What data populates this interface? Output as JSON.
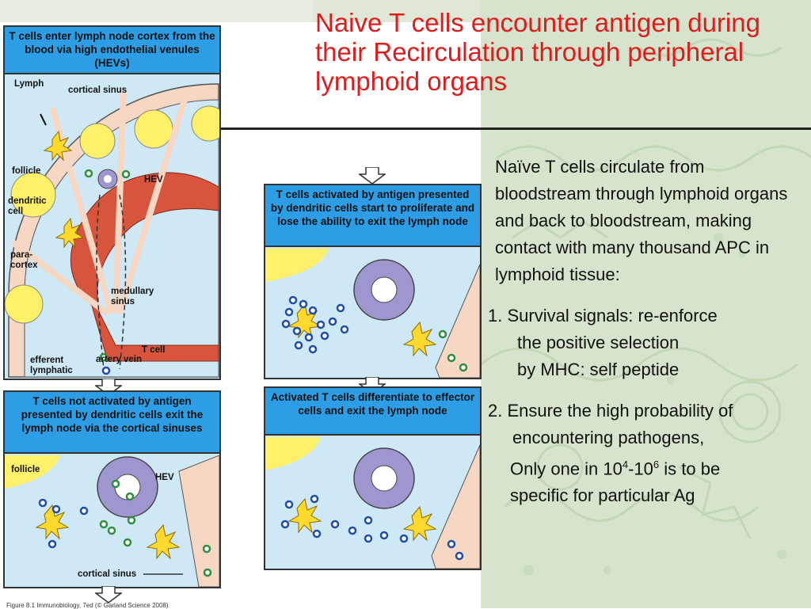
{
  "title": "Naive T cells encounter antigen during their Recirculation through peripheral lymphoid organs",
  "body": {
    "intro": "Naïve T cells circulate from bloodstream through lymphoid organs and back to bloodstream, making contact with many thousand APC in lymphoid tissue:",
    "item1_a": "1.  Survival signals: re-enforce",
    "item1_b": "the positive selection",
    "item1_c": "by  MHC: self peptide",
    "item2_a": "2. Ensure the high probability of",
    "item2_b": "encountering pathogens,",
    "item2_c_pre": "Only one in 10",
    "item2_c_sup1": "4",
    "item2_c_mid": "-10",
    "item2_c_sup2": "6",
    "item2_c_post": " is to be",
    "item2_d": "specific for particular Ag"
  },
  "panels": {
    "p1": {
      "header": "T cells enter lymph node cortex from the blood via high endothelial venules (HEVs)",
      "labels": {
        "lymph": "Lymph",
        "cortical_sinus": "cortical sinus",
        "follicle": "follicle",
        "hev": "HEV",
        "dendritic_cell": "dendritic cell",
        "paracortex": "para-cortex",
        "medullary_sinus": "medullary sinus",
        "t_cell": "T cell",
        "efferent_lymphatic": "efferent lymphatic",
        "artery": "artery",
        "vein": "vein"
      }
    },
    "p2": {
      "header": "T cells activated by antigen presented by dendritic cells start to proliferate and lose the ability to exit the lymph node"
    },
    "p3": {
      "header": "T cells not activated by antigen presented by dendritic cells exit the lymph node via the cortical sinuses",
      "labels": {
        "follicle": "follicle",
        "hev": "HEV",
        "cortical_sinus": "cortical sinus"
      }
    },
    "p4": {
      "header": "Activated T cells differentiate to effector cells and exit the lymph node"
    }
  },
  "caption": "Figure 8.1 Immunobiology, 7ed (© Garland Science 2008)",
  "colors": {
    "title": "#e01b1b",
    "panel_header": "#2d9ee6",
    "panel_bg": "#cfe8f6",
    "follicle": "#fff06a",
    "medulla": "#d9543c",
    "hev_ring": "#9e96cf",
    "dendritic_cell": "#ffd92e",
    "t_cell_activated": "#1f4ea3",
    "t_cell_naive": "#2f8f3a",
    "background_right": "#d6e4cd"
  }
}
